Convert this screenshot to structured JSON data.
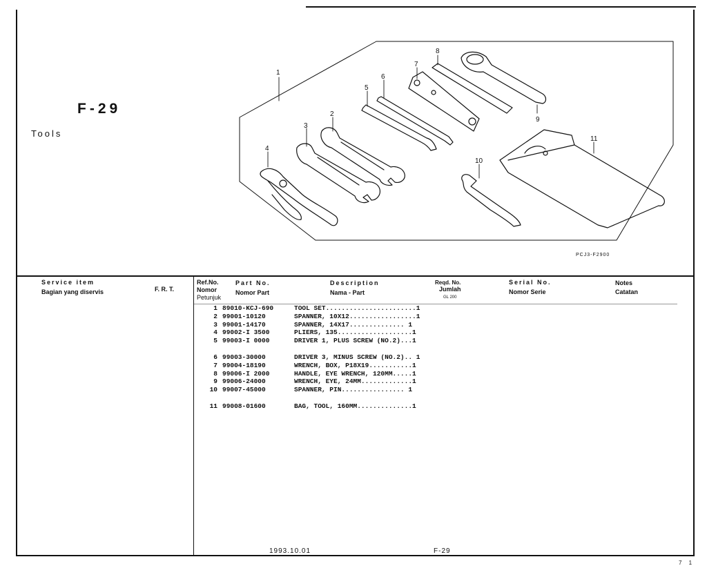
{
  "page": {
    "code": "F-29",
    "title": "Tools",
    "figure_code": "PCJ3-F2900",
    "page_number": "7 1"
  },
  "illustration": {
    "callouts": [
      "1",
      "2",
      "3",
      "4",
      "5",
      "6",
      "7",
      "8",
      "9",
      "10",
      "11"
    ]
  },
  "table": {
    "headers": {
      "service_item": "Service item",
      "service_item_alt": "Bagian yang diservis",
      "frt": "F. R. T.",
      "ref_no": "Ref.No.",
      "ref_no_alt": "Nomor",
      "ref_no_alt2": "Petunjuk",
      "part_no": "Part No.",
      "part_no_alt": "Nomor Part",
      "description": "Description",
      "description_alt": "Nama - Part",
      "reqd": "Reqd. No.",
      "reqd_alt": "Jumlah",
      "reqd_model": "GL 200",
      "serial": "Serial No.",
      "serial_alt": "Nomor Serie",
      "notes": "Notes",
      "notes_alt": "Catatan"
    },
    "rows": [
      {
        "ref": "1",
        "part": "89010-KCJ-690",
        "desc": "TOOL SET.......................1"
      },
      {
        "ref": "2",
        "part": "99001-10120",
        "desc": "SPANNER, 10X12.................1"
      },
      {
        "ref": "3",
        "part": "99001-14170",
        "desc": "SPANNER, 14X17.............. 1"
      },
      {
        "ref": "4",
        "part": "99002-I 3500",
        "desc": "PLIERS, 135...................1"
      },
      {
        "ref": "5",
        "part": "99003-I 0000",
        "desc": "DRIVER 1, PLUS SCREW (NO.2)...1"
      },
      {
        "ref": "6",
        "part": "99003-30000",
        "desc": "DRIVER 3, MINUS SCREW (NO.2).. 1"
      },
      {
        "ref": "7",
        "part": "99004-18190",
        "desc": "WRENCH, BOX, P18X19...........1"
      },
      {
        "ref": "8",
        "part": "99006-I 2000",
        "desc": "HANDLE, EYE WRENCH, 120MM.....1"
      },
      {
        "ref": "9",
        "part": "99006-24000",
        "desc": "WRENCH, EYE, 24MM.............1"
      },
      {
        "ref": "10",
        "part": "99007-45000",
        "desc": "SPANNER, PIN................ 1"
      },
      {
        "ref": "11",
        "part": "99008-01600",
        "desc": "BAG, TOOL, 160MM..............1"
      }
    ]
  },
  "footer": {
    "date": "1993.10.01",
    "code": "F-29"
  }
}
